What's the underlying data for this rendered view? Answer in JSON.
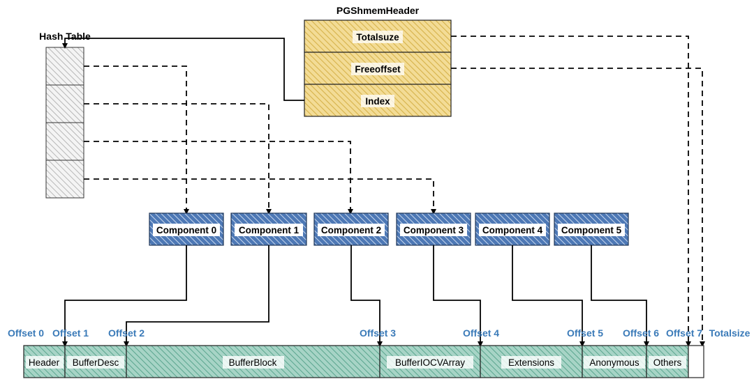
{
  "pgshmem_header": {
    "title": "PGShmemHeader",
    "fields": [
      "Totalsuze",
      "Freeoffset",
      "Index"
    ]
  },
  "hash_table": {
    "title": "Hash Table",
    "buckets": 4
  },
  "components": [
    "Component 0",
    "Component 1",
    "Component 2",
    "Component 3",
    "Component 4",
    "Component 5"
  ],
  "segments": [
    "Header",
    "BufferDesc",
    "BufferBlock",
    "BufferIOCVArray",
    "Extensions",
    "Anonymous",
    "Others",
    ""
  ],
  "offsets": [
    "Offset 0",
    "Offset 1",
    "Offset 2",
    "Offset 3",
    "Offset 4",
    "Offset 5",
    "Offset 6",
    "Offset 7",
    "Totalsize"
  ],
  "colors": {
    "header_fill": "#f3dc96",
    "header_stripe": "#d6b24a",
    "component_fill": "#4d78b5",
    "component_stripe": "#c8d8ee",
    "segment_fill": "#a7d4c6",
    "segment_stripe": "#5aa58e",
    "hash_fill": "#eeeeee",
    "hash_stripe": "#aaaaaa",
    "offset_text": "#3a7ab8"
  }
}
